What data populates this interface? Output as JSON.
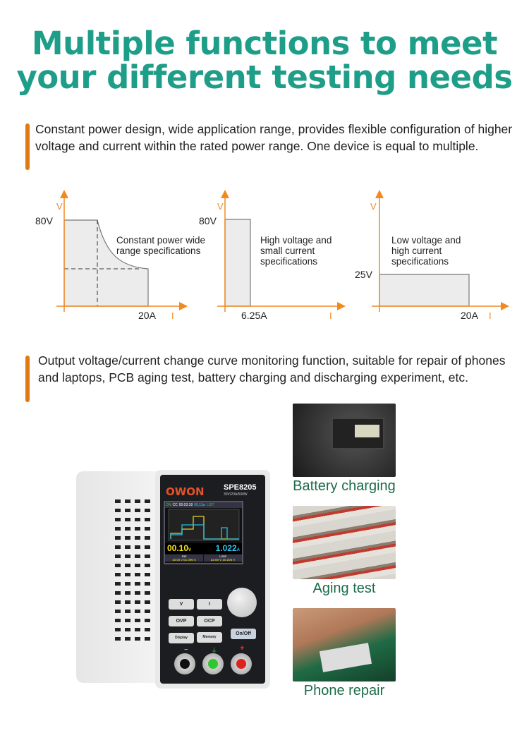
{
  "heading": {
    "line1": "Multiple functions to meet",
    "line2": "your different testing needs"
  },
  "section1": {
    "text": "Constant power design, wide application range, provides flexible configuration of higher voltage and current within the rated power range. One device is equal to multiple."
  },
  "graphs": [
    {
      "y_axis": "V",
      "x_axis": "I",
      "v_label": "80V",
      "i_label": "20A",
      "caption_lines": [
        "Constant power wide",
        "range specifications"
      ]
    },
    {
      "y_axis": "V",
      "x_axis": "I",
      "v_label": "80V",
      "i_label": "6.25A",
      "caption_lines": [
        "High voltage and",
        "small current",
        "specifications"
      ]
    },
    {
      "y_axis": "V",
      "x_axis": "I",
      "v_label": "25V",
      "i_label": "20A",
      "caption_lines": [
        "Low voltage and",
        "high current",
        "specifications"
      ]
    }
  ],
  "section2": {
    "text": "Output voltage/current change curve monitoring function, suitable for repair of phones and laptops, PCB aging test, battery charging and discharging experiment, etc."
  },
  "device": {
    "brand": "OWON",
    "model": "SPE8205",
    "spec": "30V/20A/500W",
    "status": {
      "on": "ON",
      "mode": "CC",
      "timer": "00:03:18",
      "power": "00.11w",
      "list": "LIST"
    },
    "voltage": "00.10",
    "voltage_unit": "V",
    "current": "1.022",
    "current_unit": "A",
    "set_label": "Set",
    "set_v": "10.00 v",
    "set_a": "01.000 A",
    "limit_label": "Limit",
    "limit_v": "32.00 V",
    "limit_a": "10.200 A",
    "buttons": {
      "v": "V",
      "i": "I",
      "ovp": "OVP",
      "ocp": "OCP",
      "display": "Display",
      "memory": "Memory",
      "onoff": "On/Off"
    },
    "terminals": {
      "minus": "−",
      "ground": "⏚",
      "plus": "+"
    }
  },
  "colors": {
    "title": "#1e9e88",
    "accent": "#e07a12",
    "caption": "#1b6b4a"
  },
  "applications": [
    {
      "label": "Battery charging"
    },
    {
      "label": "Aging test"
    },
    {
      "label": "Phone repair"
    }
  ]
}
